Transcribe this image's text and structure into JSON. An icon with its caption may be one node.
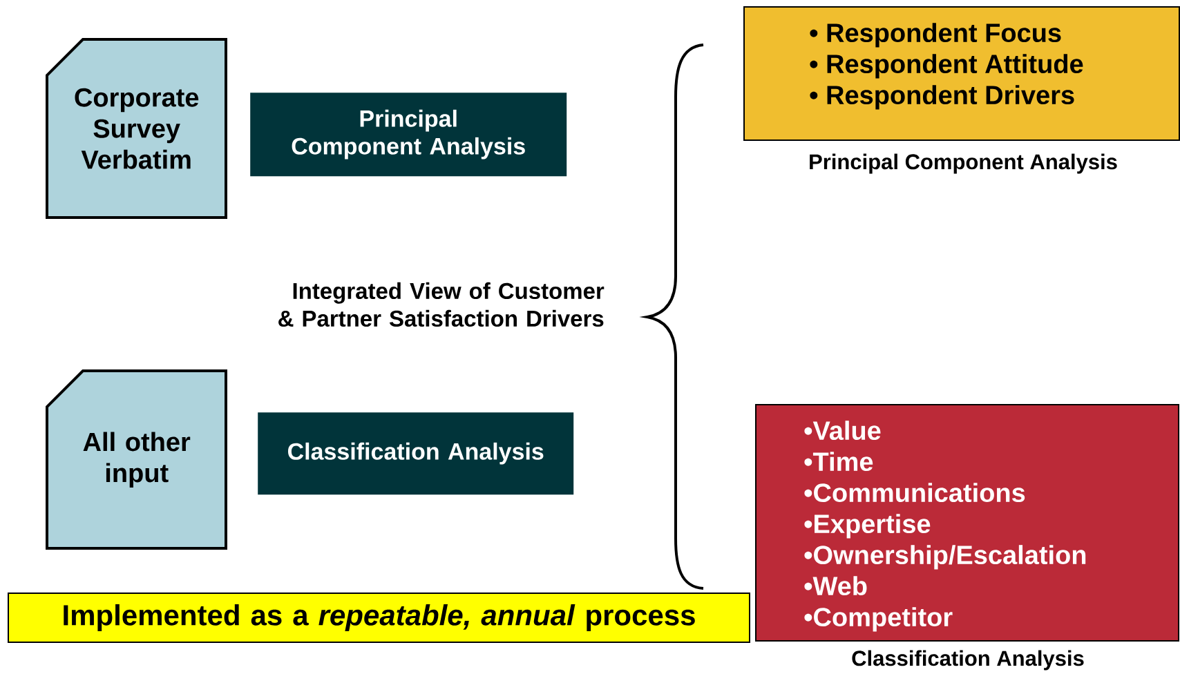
{
  "diagram": {
    "nodes": [
      {
        "text": [
          "Corporate Survey Verbatim"
        ]
      },
      {
        "text": [
          "Principal Component Analysis"
        ]
      },
      {
        "text": [
          "All other input"
        ]
      },
      {
        "text": [
          "Classification Analysis"
        ]
      },
      {
        "text": [
          "• Respondent Focus",
          "• Respondent Attitude",
          "• Respondent Drivers"
        ],
        "beside": [
          "Principal Component Analysis"
        ]
      },
      {
        "text": [
          "•Value",
          "•Time",
          "•Communications",
          "•Expertise",
          "•Ownership/Escalation",
          "•Web",
          "•Competitor"
        ],
        "beside": [
          "Classification Analysis"
        ]
      },
      {
        "text": [
          "Implemented as a *repeatable, annual* process"
        ]
      }
    ],
    "labels": [
      "Integrated View of Customer & Partner Satisfaction Drivers"
    ]
  }
}
